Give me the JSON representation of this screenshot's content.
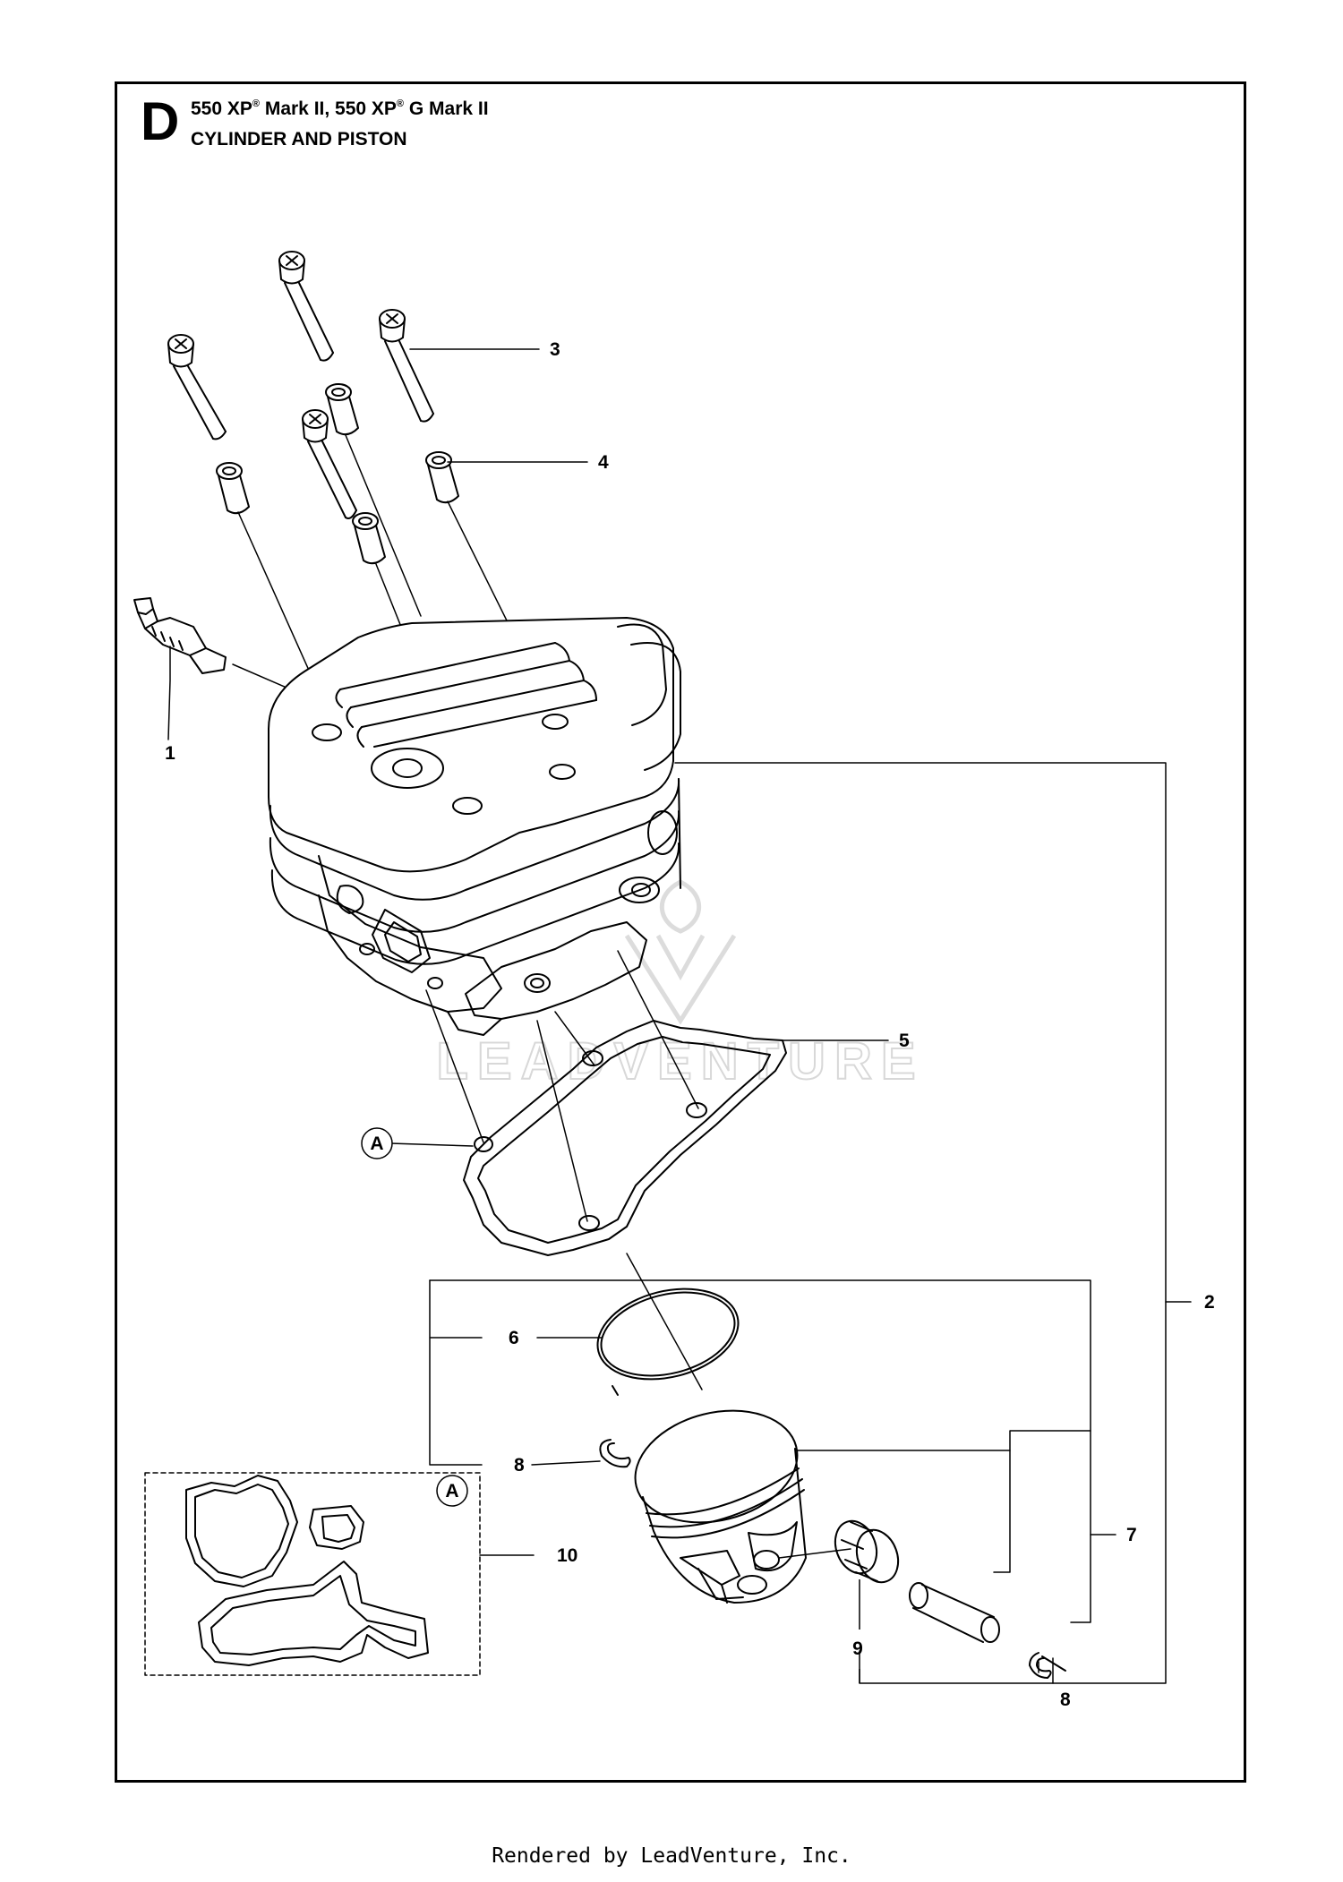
{
  "header": {
    "section_letter": "D",
    "model_1": "550 XP",
    "reg_mark": "®",
    "model_1_suffix": " Mark II, ",
    "model_2": "550 XP",
    "model_2_suffix": " G Mark II",
    "section_title": "CYLINDER AND PISTON"
  },
  "callouts": {
    "c1": "1",
    "c2": "2",
    "c3": "3",
    "c4": "4",
    "c5": "5",
    "c6": "6",
    "c7": "7",
    "c8a": "8",
    "c8b": "8",
    "c9": "9",
    "c10": "10",
    "ref_a1": "A",
    "ref_a2": "A"
  },
  "watermark": "LEADVENTURE",
  "footer": "Rendered by LeadVenture, Inc."
}
